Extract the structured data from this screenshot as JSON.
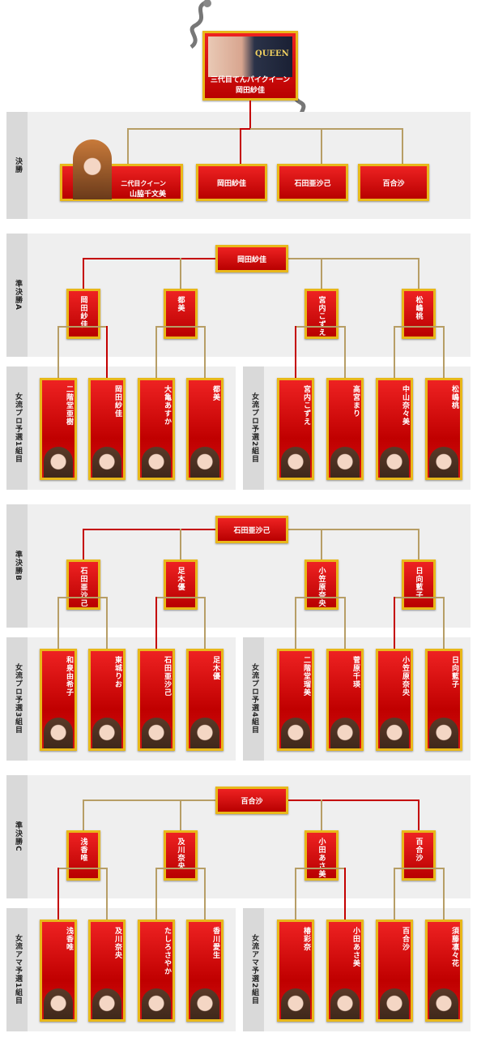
{
  "champion": {
    "title": "三代目てんパイクイーン",
    "name": "岡田紗佳",
    "logo_text": "QUEEN"
  },
  "final": {
    "label": "決勝",
    "players": [
      {
        "title": "二代目クイーン",
        "name": "山脇千文美"
      },
      {
        "name": "岡田紗佳"
      },
      {
        "name": "石田亜沙己"
      },
      {
        "name": "百合沙"
      }
    ]
  },
  "semifinals": [
    {
      "label": "準決勝A",
      "winner": "岡田紗佳",
      "group_winners": [
        "岡田紗佳",
        "都美",
        "宮内こずえ",
        "松嶋桃"
      ],
      "groups": [
        {
          "label": "女流プロ予選1組目",
          "players": [
            "二階堂亜樹",
            "岡田紗佳",
            "大亀あすか",
            "都美"
          ]
        },
        {
          "label": "女流プロ予選2組目",
          "players": [
            "宮内こずえ",
            "高宮まり",
            "中山奈々美",
            "松嶋桃"
          ]
        }
      ]
    },
    {
      "label": "準決勝B",
      "winner": "石田亜沙己",
      "group_winners": [
        "石田亜沙己",
        "足木優",
        "小笠原奈央",
        "日向藍子"
      ],
      "groups": [
        {
          "label": "女流プロ予選3組目",
          "players": [
            "和泉由希子",
            "東城りお",
            "石田亜沙己",
            "足木優"
          ]
        },
        {
          "label": "女流プロ予選4組目",
          "players": [
            "二階堂瑠美",
            "菅原千瑛",
            "小笠原奈央",
            "日向藍子"
          ]
        }
      ]
    },
    {
      "label": "準決勝C",
      "winner": "百合沙",
      "group_winners": [
        "浅香唯",
        "及川奈央",
        "小田あさ美",
        "百合沙"
      ],
      "groups": [
        {
          "label": "女流アマ予選1組目",
          "players": [
            "浅香唯",
            "及川奈央",
            "たしろさやか",
            "香川愛生"
          ]
        },
        {
          "label": "女流アマ予選2組目",
          "players": [
            "椿彩奈",
            "小田あさ美",
            "百合沙",
            "須藤凛々花"
          ]
        }
      ]
    }
  ],
  "colors": {
    "red": "#c40000",
    "gold": "#e8b81a",
    "line_gold": "#b79e66",
    "panel": "#efefef"
  }
}
